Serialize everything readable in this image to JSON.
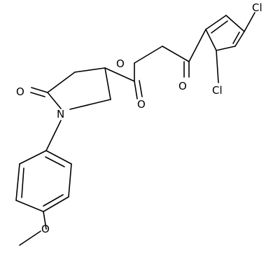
{
  "molecule": {
    "atoms": [
      {
        "id": "o_ring_ketone",
        "label": "O"
      },
      {
        "id": "n_pyrrolidine",
        "label": "N"
      },
      {
        "id": "o_ester_carbonyl",
        "label": "O"
      },
      {
        "id": "o_ester",
        "label": "O"
      },
      {
        "id": "o_ketone",
        "label": "O"
      },
      {
        "id": "cl_4",
        "label": "Cl"
      },
      {
        "id": "cl_2",
        "label": "Cl"
      },
      {
        "id": "o_methoxy",
        "label": "O"
      }
    ]
  }
}
